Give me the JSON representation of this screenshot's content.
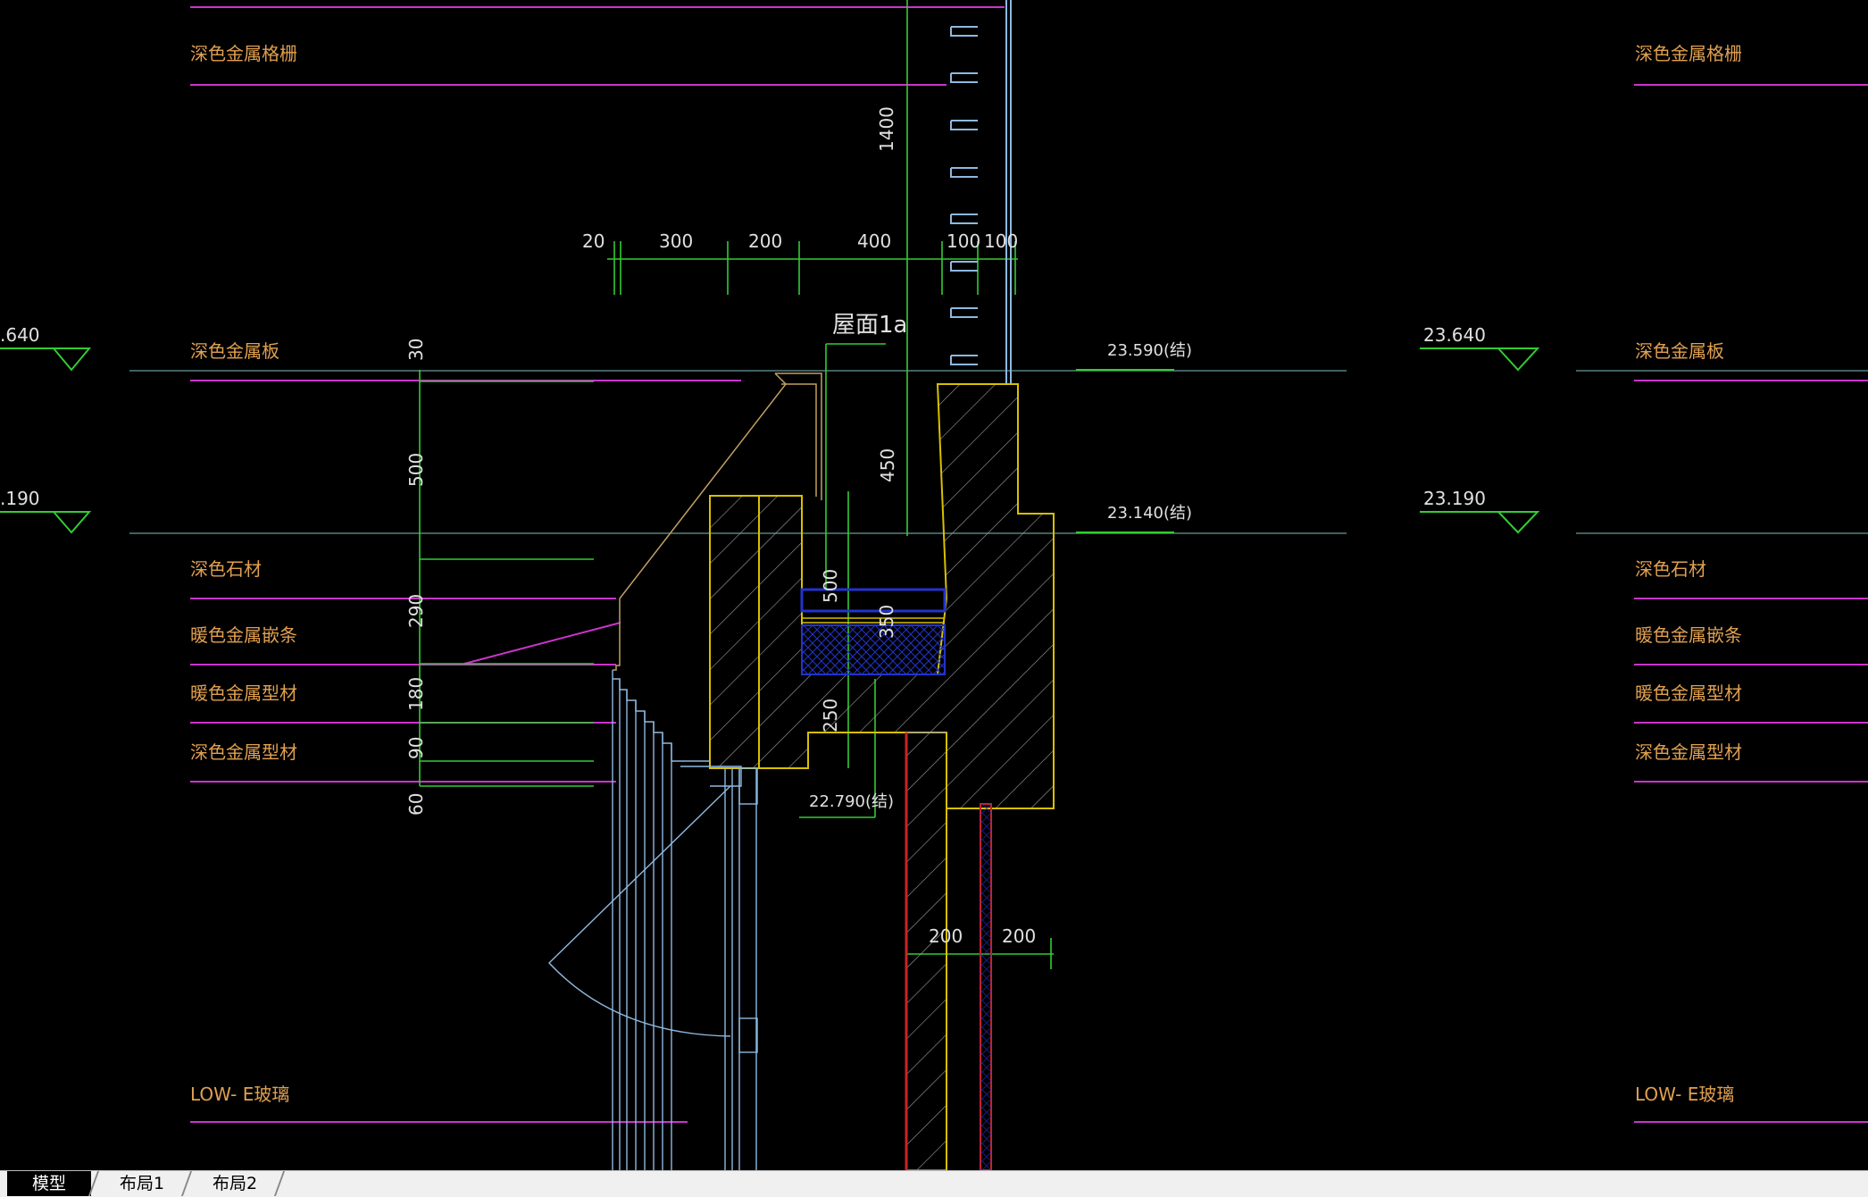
{
  "colors": {
    "background": "#000000",
    "label": "#e0a050",
    "leader": "#cc33cc",
    "dimension": "#33cc33",
    "elevation": "#33cc33",
    "outline": "#d8c000",
    "detail": "#8fb8e0",
    "insulation": "#2233cc",
    "wall_edge": "#cc2222"
  },
  "labels_left": {
    "grille": "深色金属格栅",
    "panel": "深色金属板",
    "stone": "深色石材",
    "warm_strip": "暖色金属嵌条",
    "warm_profile": "暖色金属型材",
    "dark_profile": "深色金属型材",
    "glass": "LOW- E玻璃"
  },
  "labels_right": {
    "grille": "深色金属格栅",
    "panel": "深色金属板",
    "stone": "深色石材",
    "warm_strip": "暖色金属嵌条",
    "warm_profile": "暖色金属型材",
    "dark_profile": "深色金属型材",
    "glass": "LOW- E玻璃"
  },
  "roof_label": "屋面1a",
  "elevations": {
    "left_top": ".640",
    "left_bottom": ".190",
    "right_top": "23.640",
    "right_bottom": "23.190",
    "parapet_top": "23.590(结)",
    "parapet_step": "23.140(结)",
    "slab_bottom": "22.790(结)"
  },
  "dims_top": [
    "20",
    "300",
    "200",
    "400",
    "100",
    "100"
  ],
  "dims_vertical_left": [
    "30",
    "500",
    "290",
    "180",
    "90",
    "60"
  ],
  "dims_roof": [
    "450",
    "500",
    "350",
    "250"
  ],
  "dim_grille_height": "1400",
  "dims_bottom": [
    "200",
    "200"
  ],
  "tabs": [
    "模型",
    "布局1",
    "布局2"
  ]
}
